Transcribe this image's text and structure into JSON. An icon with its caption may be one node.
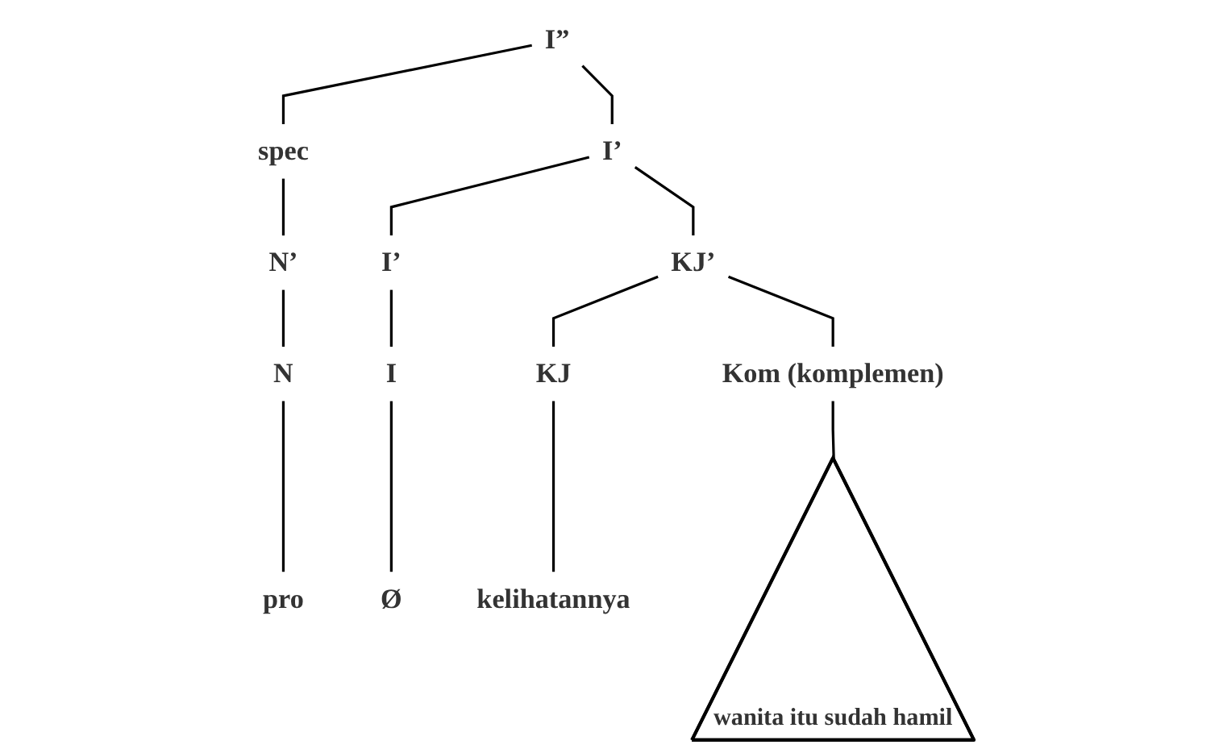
{
  "diagram": {
    "nodes": [
      {
        "text": [
          "I”"
        ]
      },
      {
        "text": [
          "spec"
        ]
      },
      {
        "text": [
          "I’"
        ]
      },
      {
        "text": [
          "N’"
        ]
      },
      {
        "text": [
          "I’"
        ]
      },
      {
        "text": [
          "KJ’"
        ]
      },
      {
        "text": [
          "N"
        ]
      },
      {
        "text": [
          "I"
        ]
      },
      {
        "text": [
          "KJ"
        ]
      },
      {
        "text": [
          "Kom (komplemen)"
        ]
      },
      {
        "text": [
          "pro"
        ]
      },
      {
        "text": [
          "Ø"
        ]
      },
      {
        "text": [
          "kelihatannya"
        ]
      },
      {
        "text": [
          "wanita itu sudah hamil"
        ]
      }
    ],
    "edges": [
      {
        "from": 0,
        "to": 1,
        "arrow": "none"
      },
      {
        "from": 0,
        "to": 2,
        "arrow": "none"
      },
      {
        "from": 1,
        "to": 3,
        "arrow": "none"
      },
      {
        "from": 2,
        "to": 4,
        "arrow": "none"
      },
      {
        "from": 2,
        "to": 5,
        "arrow": "none"
      },
      {
        "from": 3,
        "to": 6,
        "arrow": "none"
      },
      {
        "from": 4,
        "to": 7,
        "arrow": "none"
      },
      {
        "from": 5,
        "to": 8,
        "arrow": "none"
      },
      {
        "from": 5,
        "to": 9,
        "arrow": "none"
      },
      {
        "from": 6,
        "to": 10,
        "arrow": "none"
      },
      {
        "from": 7,
        "to": 11,
        "arrow": "none"
      },
      {
        "from": 8,
        "to": 12,
        "arrow": "none"
      },
      {
        "from": 9,
        "to": 13,
        "arrow": "none"
      }
    ]
  }
}
